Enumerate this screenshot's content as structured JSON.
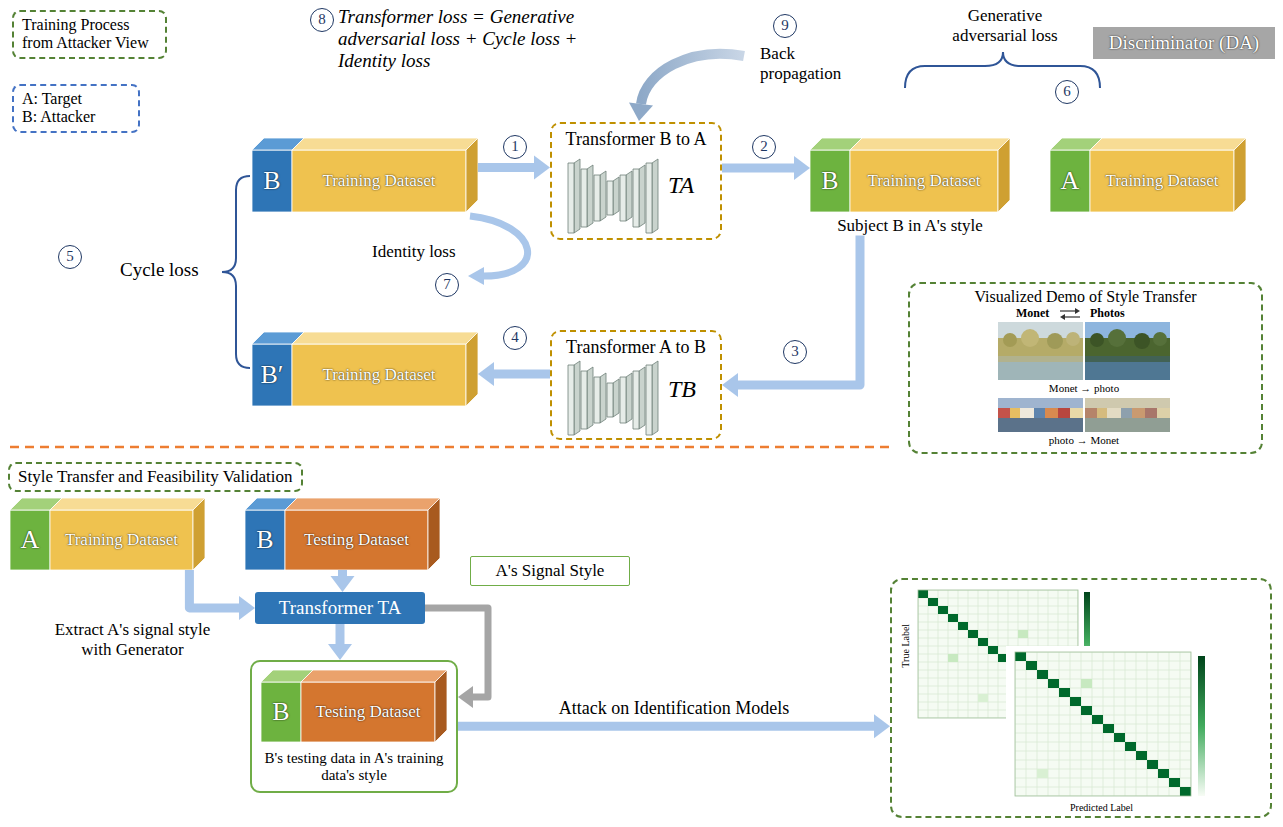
{
  "diagram": {
    "nodes": [
      {
        "text": [
          "Training Process from Attacker View"
        ]
      },
      {
        "text": [
          "A: Target",
          "B: Attacker"
        ]
      },
      {
        "text": [
          "B",
          "Training Dataset"
        ]
      },
      {
        "text": [
          "Transformer B to A",
          "TA"
        ]
      },
      {
        "text": [
          "B",
          "Training Dataset",
          "Subject B in A's style"
        ]
      },
      {
        "text": [
          "A",
          "Training Dataset"
        ]
      },
      {
        "text": [
          "Discriminator (DA)"
        ]
      },
      {
        "text": [
          "Transformer A to B",
          "TB"
        ]
      },
      {
        "text": [
          "B′",
          "Training Dataset"
        ]
      },
      {
        "text": [
          "Visualized Demo of Style Transfer",
          "Monet",
          "Photos",
          "Monet → photo",
          "photo → Monet"
        ]
      },
      {
        "text": [
          "Style Transfer and Feasibility Validation"
        ]
      },
      {
        "text": [
          "A",
          "Training Dataset"
        ]
      },
      {
        "text": [
          "B",
          "Testing Dataset"
        ]
      },
      {
        "text": [
          "Transformer TA"
        ]
      },
      {
        "text": [
          "A's Signal Style"
        ]
      },
      {
        "text": [
          "B's testing data in A's training data's style"
        ]
      },
      {
        "text": [
          "B",
          "Testing Dataset"
        ],
        "in": 15
      },
      {
        "text": [
          "True Label",
          "Predicted Label"
        ]
      }
    ],
    "edges": [
      {
        "from": 2,
        "to": 3,
        "arrow": "to"
      },
      {
        "from": 3,
        "to": 4,
        "arrow": "to"
      },
      {
        "from": 4,
        "to": 7,
        "arrow": "to"
      },
      {
        "from": 7,
        "to": 8,
        "arrow": "to"
      },
      {
        "from": 12,
        "to": 13,
        "arrow": "to"
      },
      {
        "from": 11,
        "to": 13,
        "arrow": "to"
      },
      {
        "from": 13,
        "to": 15,
        "arrow": "to"
      },
      {
        "from": 13,
        "to": 15,
        "arrow": "to"
      },
      {
        "from": 15,
        "to": 17,
        "label": "Attack on Identification Models",
        "arrow": "to"
      }
    ],
    "labels": [
      "8",
      "Transformer loss = Generative adversarial loss + Cycle loss + Identity loss",
      "9",
      "Back propagation",
      "Generative adversarial loss",
      "6",
      "1",
      "2",
      "5",
      "Cycle loss",
      "Identity loss",
      "7",
      "3",
      "4",
      "Extract A's signal style with Generator"
    ]
  }
}
